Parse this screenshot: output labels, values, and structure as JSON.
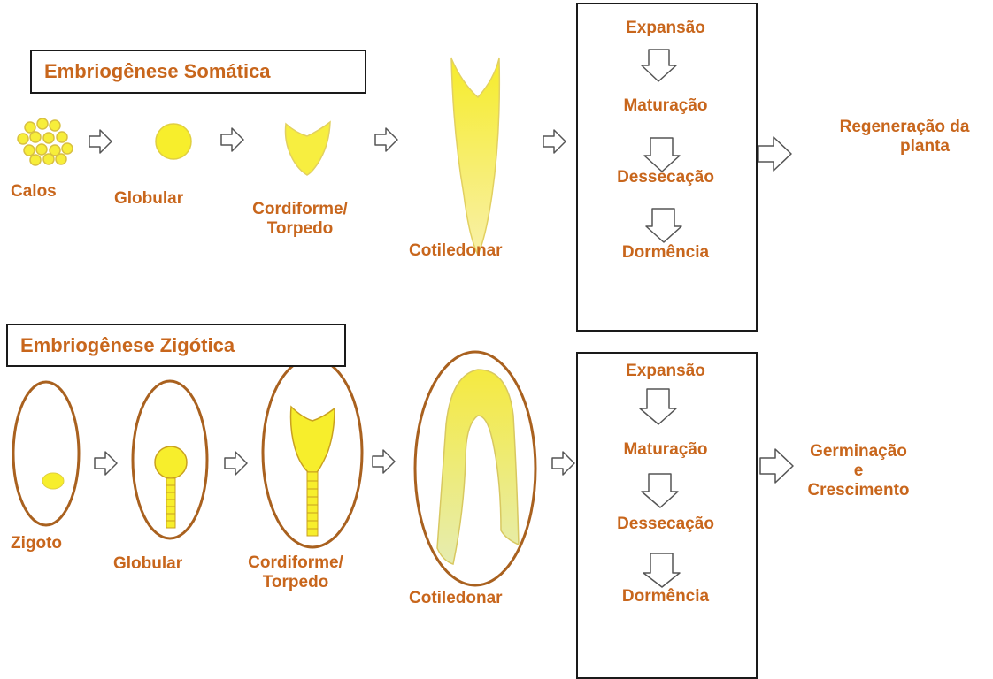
{
  "colors": {
    "label": "#c8661c",
    "fill": "#f7ef33",
    "fill_light": "#f8f2a0",
    "ring": "#a9611f",
    "frame": "#1a1a1a"
  },
  "somatic": {
    "title": "Embriogênese Somática",
    "stages": [
      "Calos",
      "Globular",
      "Cordiforme/",
      "Torpedo",
      "Cotiledonar"
    ],
    "phases": [
      "Expansão",
      "Maturação",
      "Dessecação",
      "Dormência"
    ],
    "outcome_line1": "Regeneração da",
    "outcome_line2": "planta"
  },
  "zygotic": {
    "title": "Embriogênese Zigótica",
    "stages": [
      "Zigoto",
      "Globular",
      "Cordiforme/",
      "Torpedo",
      "Cotiledonar"
    ],
    "phases": [
      "Expansão",
      "Maturação",
      "Dessecação",
      "Dormência"
    ],
    "outcome_line1": "Germinação",
    "outcome_line2": "e",
    "outcome_line3": "Crescimento"
  }
}
